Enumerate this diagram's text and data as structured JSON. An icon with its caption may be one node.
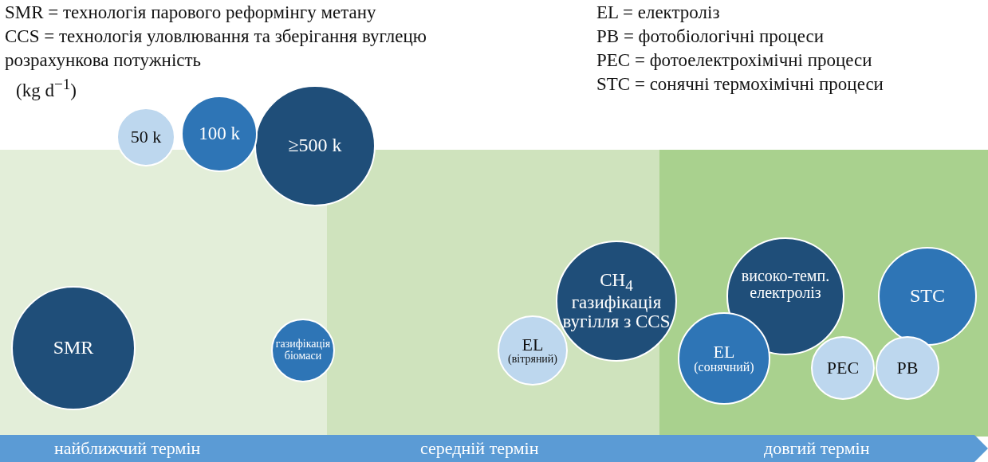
{
  "diagram": {
    "nodes": [
      {
        "text": [
          "50 k"
        ]
      },
      {
        "text": [
          "100 k"
        ]
      },
      {
        "text": [
          "≥500 k"
        ]
      },
      {
        "text": [
          "SMR"
        ]
      },
      {
        "text": [
          "газифікація біомаси"
        ]
      },
      {
        "text": [
          "EL",
          "(вітряний)"
        ]
      },
      {
        "text": [
          "CH$_{4}$ газифікація вугілля з CCS"
        ]
      },
      {
        "text": [
          "високо-темп. електроліз"
        ]
      },
      {
        "text": [
          "EL",
          "(сонячний)"
        ]
      },
      {
        "text": [
          "STC"
        ]
      },
      {
        "text": [
          "PEC"
        ]
      },
      {
        "text": [
          "PB"
        ]
      },
      {
        "text": [
          "найближчий термін",
          "середній термін",
          "довгий термін"
        ]
      }
    ],
    "edges": [],
    "labels": [
      "SMR = технологія парового реформінгу метану",
      "EL = електроліз",
      "CCS = технологія уловлювання та зберігання вуглецю",
      "PB = фотобіологічні процеси",
      "розрахункова потужність",
      "PEC = фотоелектрохімічні процеси",
      "(kg d$^{−1}$)",
      "STC = сонячні термохімічні процеси"
    ]
  }
}
